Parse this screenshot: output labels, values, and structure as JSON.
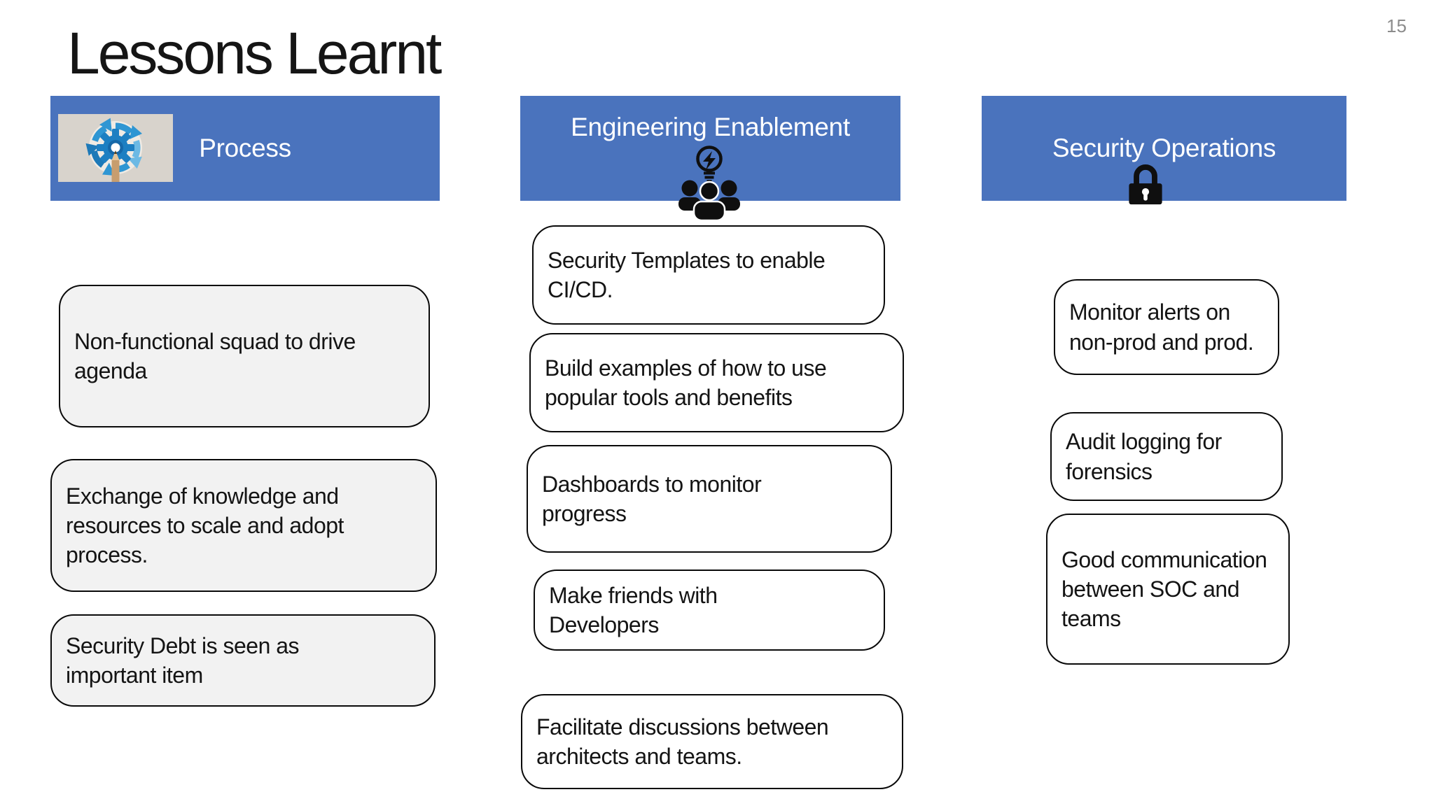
{
  "page": {
    "number": "15"
  },
  "title": "Lessons Learnt",
  "colors": {
    "header_bg": "#4a73bd",
    "header_text": "#ffffff",
    "card_border": "#0a0a0a",
    "card_fill_process": "#f2f2f2",
    "card_fill": "#ffffff",
    "page_number": "#8c8c8c",
    "icon_black": "#0f0f0f"
  },
  "columns": [
    {
      "header": "Process",
      "icon": "process-cycle-icon",
      "cards": [
        "Non-functional squad to drive\nagenda",
        "Exchange of knowledge and\nresources to scale and adopt\nprocess.",
        "Security Debt is seen as\nimportant item"
      ]
    },
    {
      "header": "Engineering Enablement",
      "icon": "idea-team-icon",
      "cards": [
        "Security Templates to enable\nCI/CD.",
        "Build examples of how to use\npopular tools and benefits",
        "Dashboards to monitor\nprogress",
        "Make friends with\nDevelopers",
        "Facilitate discussions between\narchitects and teams."
      ]
    },
    {
      "header": "Security Operations",
      "icon": "padlock-icon",
      "cards": [
        "Monitor alerts on\nnon-prod and prod.",
        "Audit logging for\nforensics",
        "Good communication\nbetween SOC and\nteams"
      ]
    }
  ]
}
